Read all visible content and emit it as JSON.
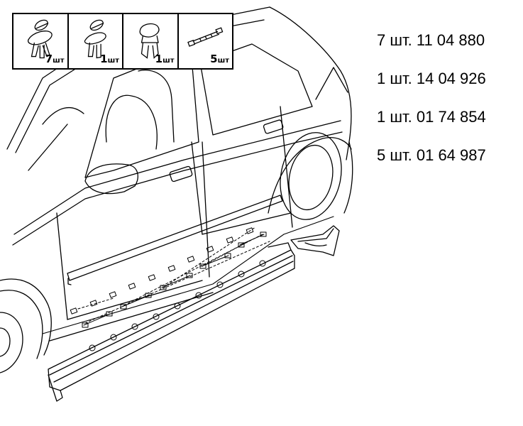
{
  "legend": {
    "cells": [
      {
        "icon": "push-rivet-icon",
        "qty": "7",
        "unit": "шт"
      },
      {
        "icon": "push-rivet-icon",
        "qty": "1",
        "unit": "шт"
      },
      {
        "icon": "clip-icon",
        "qty": "1",
        "unit": "шт"
      },
      {
        "icon": "cable-tie-icon",
        "qty": "5",
        "unit": "шт"
      }
    ]
  },
  "parts": [
    {
      "text": "7 шт. 11 04 880"
    },
    {
      "text": "1 шт. 14 04 926"
    },
    {
      "text": "1 шт. 01 74 854"
    },
    {
      "text": "5 шт. 01 64 987"
    }
  ]
}
